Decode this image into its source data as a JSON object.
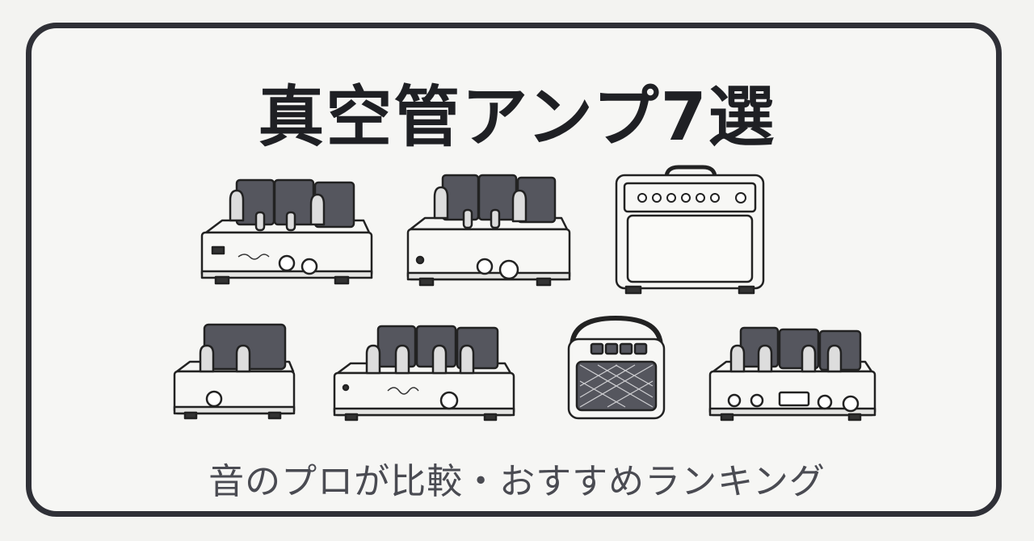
{
  "title": "真空管アンプ7選",
  "subtitle": "音のプロが比較・おすすめランキング",
  "colors": {
    "border": "#2f3037",
    "transformer": "#55565e",
    "chassis": "#f7f7f5",
    "ink": "#1f2024"
  },
  "illustrations": [
    {
      "name": "amp-1",
      "kind": "tube-amplifier"
    },
    {
      "name": "amp-2",
      "kind": "tube-amplifier"
    },
    {
      "name": "amp-3",
      "kind": "guitar-combo-amp"
    },
    {
      "name": "amp-4",
      "kind": "tube-amplifier"
    },
    {
      "name": "amp-5",
      "kind": "tube-amplifier"
    },
    {
      "name": "amp-6",
      "kind": "portable-speaker"
    },
    {
      "name": "amp-7",
      "kind": "tube-amplifier"
    }
  ]
}
